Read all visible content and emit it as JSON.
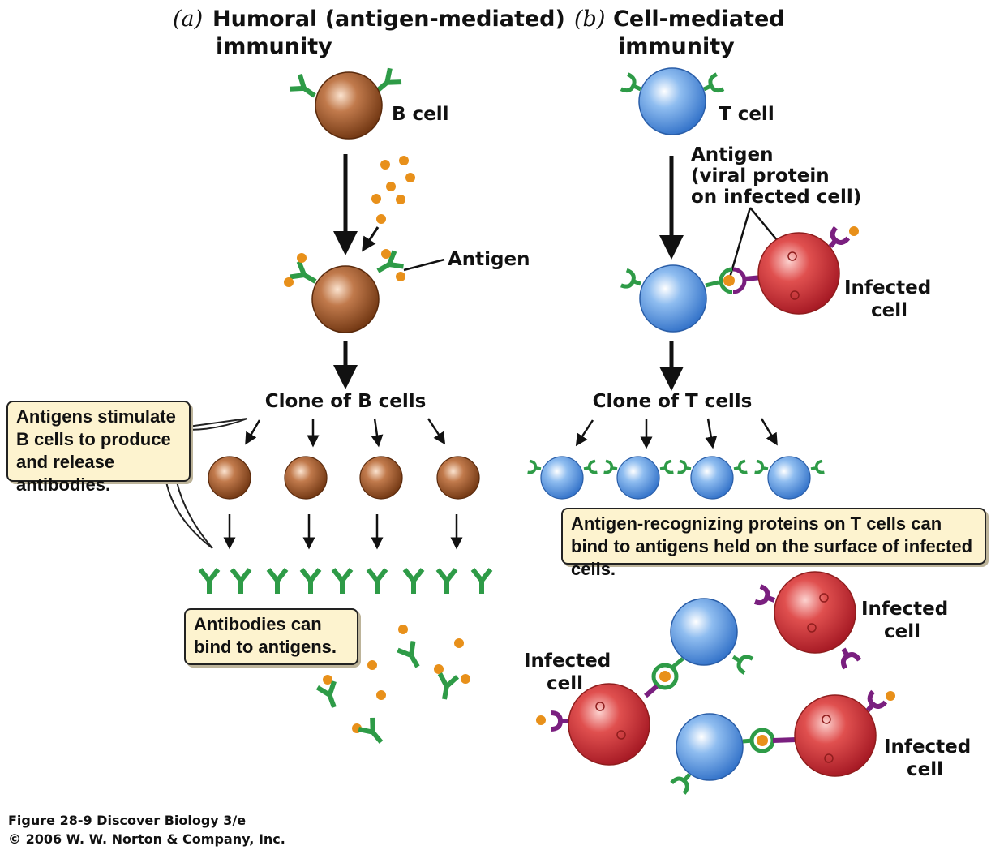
{
  "panel_a": {
    "letter": "(a)",
    "title_line1": "Humoral (antigen-mediated)",
    "title_line2": "immunity",
    "b_cell_label": "B cell",
    "antigen_label": "Antigen",
    "clone_label": "Clone of B cells",
    "callout_stimulate": "Antigens stimulate B cells to produce and release antibodies.",
    "callout_bind": "Antibodies can bind to antigens."
  },
  "panel_b": {
    "letter": "(b)",
    "title_line1": "Cell-mediated",
    "title_line2": "immunity",
    "t_cell_label": "T cell",
    "antigen_line1": "Antigen",
    "antigen_line2": "(viral protein",
    "antigen_line3": "on infected cell)",
    "infected_line1": "Infected",
    "infected_line2": "cell",
    "clone_label": "Clone of T cells",
    "callout_recognize": "Antigen-recognizing proteins on T cells can bind to antigens held on the surface of infected cells."
  },
  "footer": {
    "line1": "Figure 28-9  Discover Biology 3/e",
    "line2": "© 2006 W. W. Norton & Company, Inc."
  },
  "colors": {
    "b_cell": "#a0522d",
    "t_cell": "#5b9be0",
    "infected_cell": "#d8282e",
    "receptor_green": "#2e9b47",
    "antigen_orange": "#e8901a",
    "mhc_purple": "#7a1f7f"
  }
}
